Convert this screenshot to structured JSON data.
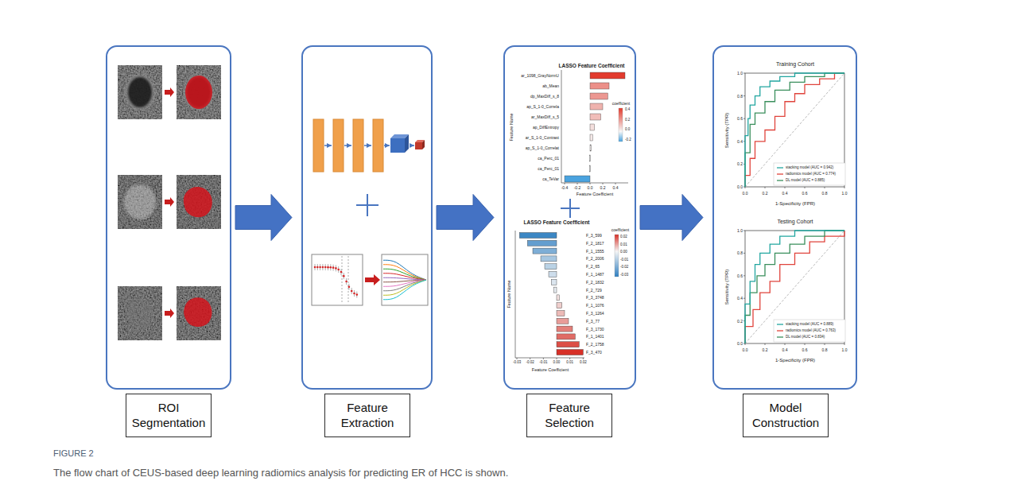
{
  "diagram": {
    "caption": "The flow chart of CEUS-based deep learning radiomics analysis for predicting ER of HCC is shown.",
    "nodes": [
      {
        "text": []
      },
      {
        "text": []
      },
      {
        "text": []
      },
      {
        "text": []
      },
      {
        "text": [
          "ROI Segmentation"
        ]
      },
      {
        "text": [
          "Feature Extraction"
        ]
      },
      {
        "text": [
          "Feature Selection"
        ]
      },
      {
        "text": [
          "Model Construction"
        ]
      }
    ],
    "edges": [
      {
        "from": 0,
        "to": 1,
        "arrow": "to"
      },
      {
        "from": 1,
        "to": 2,
        "arrow": "to"
      },
      {
        "from": 2,
        "to": 3,
        "arrow": "to"
      }
    ],
    "labels": [
      "FIGURE 2",
      "LASSO Feature Coefficient",
      "ar_1098_GrayNormU",
      "ab_Mean",
      "dp_MaxDiff_s_8",
      "ap_S_1-0_Correla",
      "ar_MaxDiff_s_5",
      "ap_DiffEntropy",
      "ar_S_1-0_Contrast",
      "ap_S_1-0_Correlat",
      "ca_Perc_01",
      "ca_Perc_01",
      "ca_TeVar",
      "-0.4",
      "-0.2",
      "0.0",
      "0.2",
      "0.4",
      "Feature Coefficient",
      "Feature Name",
      "coefficient",
      "0.4",
      "0.2",
      "0.0",
      "-0.2",
      "LASSO Feature Coefficient",
      "F_3_599",
      "F_2_1817",
      "F_1_1555",
      "F_2_2006",
      "F_2_65",
      "F_1_1487",
      "F_2_1832",
      "F_2_729",
      "F_3_3748",
      "F_1_1076",
      "F_3_1264",
      "F_3_77",
      "F_3_1730",
      "F_1_1401",
      "F_2_1758",
      "F_3_470",
      "-0.03",
      "-0.02",
      "-0.01",
      "0.00",
      "0.01",
      "0.02",
      "Feature Coefficient",
      "Feature Name",
      "coefficient",
      "0.02",
      "0.01",
      "0.00",
      "-0.01",
      "-0.02",
      "-0.03",
      "Training Cohort",
      "Sensitivity (TPR)",
      "1-Specificity (FPR)",
      "0.0",
      "0.2",
      "0.4",
      "0.6",
      "0.8",
      "1.0",
      "0.0",
      "0.2",
      "0.4",
      "0.6",
      "0.8",
      "1.0",
      "Testing Cohort",
      "Sensitivity (TPR)",
      "1-Specificity (FPR)",
      "0.0",
      "0.2",
      "0.4",
      "0.6",
      "0.8",
      "1.0",
      "0.0",
      "0.2",
      "0.4",
      "0.6",
      "0.8",
      "1.0"
    ],
    "legend": [
      {
        "text": "stacking model (AUC = 0.942)"
      },
      {
        "text": "radiomics model (AUC = 0.774)"
      },
      {
        "text": "DL model (AUC = 0.885)"
      },
      {
        "text": "stacking model (AUC = 0.889)"
      },
      {
        "text": "radiomics model (AUC = 0.763)"
      },
      {
        "text": "DL model (AUC = 0.834)"
      }
    ]
  }
}
